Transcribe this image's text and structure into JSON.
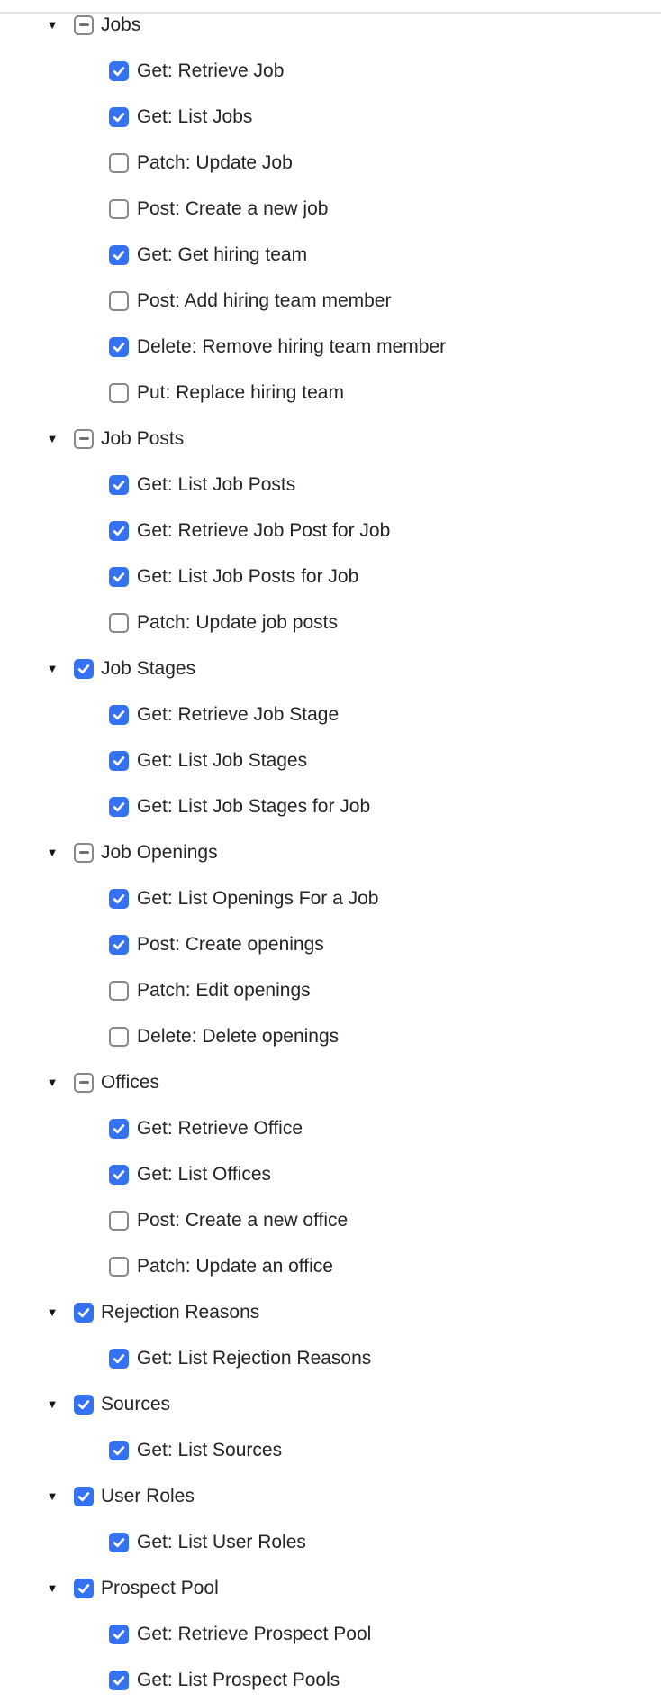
{
  "colors": {
    "checkbox_checked_fill": "#3572f1",
    "checkbox_border": "#85898e",
    "indeterminate_dash": "#6d7277",
    "text": "#212529",
    "top_divider": "#dee3e3",
    "background": "#ffffff"
  },
  "icons": {
    "expander_glyph": "▼",
    "expander_name": "triangle-down-icon",
    "checkmark_name": "checkmark-icon",
    "indeterminate_name": "indeterminate-dash-icon"
  },
  "tree": {
    "sections": [
      {
        "label": "Jobs",
        "state": "indeterminate",
        "expanded": true,
        "children": [
          {
            "label": "Get: Retrieve Job",
            "checked": true
          },
          {
            "label": "Get: List Jobs",
            "checked": true
          },
          {
            "label": "Patch: Update Job",
            "checked": false
          },
          {
            "label": "Post: Create a new job",
            "checked": false
          },
          {
            "label": "Get: Get hiring team",
            "checked": true
          },
          {
            "label": "Post: Add hiring team member",
            "checked": false
          },
          {
            "label": "Delete: Remove hiring team member",
            "checked": true
          },
          {
            "label": "Put: Replace hiring team",
            "checked": false
          }
        ]
      },
      {
        "label": "Job Posts",
        "state": "indeterminate",
        "expanded": true,
        "children": [
          {
            "label": "Get: List Job Posts",
            "checked": true
          },
          {
            "label": "Get: Retrieve Job Post for Job",
            "checked": true
          },
          {
            "label": "Get: List Job Posts for Job",
            "checked": true
          },
          {
            "label": "Patch: Update job posts",
            "checked": false
          }
        ]
      },
      {
        "label": "Job Stages",
        "state": "checked",
        "expanded": true,
        "children": [
          {
            "label": "Get: Retrieve Job Stage",
            "checked": true
          },
          {
            "label": "Get: List Job Stages",
            "checked": true
          },
          {
            "label": "Get: List Job Stages for Job",
            "checked": true
          }
        ]
      },
      {
        "label": "Job Openings",
        "state": "indeterminate",
        "expanded": true,
        "children": [
          {
            "label": "Get: List Openings For a Job",
            "checked": true
          },
          {
            "label": "Post: Create openings",
            "checked": true
          },
          {
            "label": "Patch: Edit openings",
            "checked": false
          },
          {
            "label": "Delete: Delete openings",
            "checked": false
          }
        ]
      },
      {
        "label": "Offices",
        "state": "indeterminate",
        "expanded": true,
        "children": [
          {
            "label": "Get: Retrieve Office",
            "checked": true
          },
          {
            "label": "Get: List Offices",
            "checked": true
          },
          {
            "label": "Post: Create a new office",
            "checked": false
          },
          {
            "label": "Patch: Update an office",
            "checked": false
          }
        ]
      },
      {
        "label": "Rejection Reasons",
        "state": "checked",
        "expanded": true,
        "children": [
          {
            "label": "Get: List Rejection Reasons",
            "checked": true
          }
        ]
      },
      {
        "label": "Sources",
        "state": "checked",
        "expanded": true,
        "children": [
          {
            "label": "Get: List Sources",
            "checked": true
          }
        ]
      },
      {
        "label": "User Roles",
        "state": "checked",
        "expanded": true,
        "children": [
          {
            "label": "Get: List User Roles",
            "checked": true
          }
        ]
      },
      {
        "label": "Prospect Pool",
        "state": "checked",
        "expanded": true,
        "children": [
          {
            "label": "Get: Retrieve Prospect Pool",
            "checked": true
          },
          {
            "label": "Get: List Prospect Pools",
            "checked": true
          }
        ]
      }
    ]
  }
}
